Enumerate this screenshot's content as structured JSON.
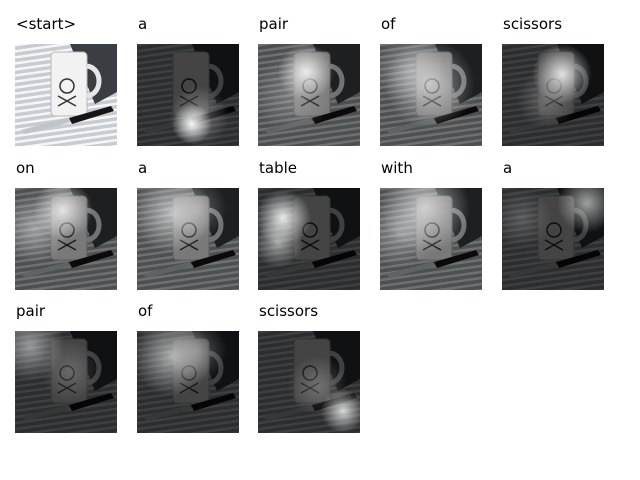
{
  "figure": {
    "background": "#ffffff",
    "tokens": [
      {
        "word": "<start>",
        "attention": "none",
        "mode": "original"
      },
      {
        "word": "a",
        "attention": "bottom-center",
        "mode": "dark"
      },
      {
        "word": "pair",
        "attention": "top-center",
        "mode": "dim"
      },
      {
        "word": "of",
        "attention": "broad-center",
        "mode": "dim"
      },
      {
        "word": "scissors",
        "attention": "mug-right",
        "mode": "dark"
      },
      {
        "word": "on",
        "attention": "top-left",
        "mode": "dim"
      },
      {
        "word": "a",
        "attention": "top-left-soft",
        "mode": "dim"
      },
      {
        "word": "table",
        "attention": "left-edge",
        "mode": "dark"
      },
      {
        "word": "with",
        "attention": "top-wide",
        "mode": "dim"
      },
      {
        "word": "a",
        "attention": "top-right",
        "mode": "dark"
      },
      {
        "word": "pair",
        "attention": "corner-soft",
        "mode": "dark"
      },
      {
        "word": "of",
        "attention": "top-left-soft",
        "mode": "dark"
      },
      {
        "word": "scissors",
        "attention": "bottom-right",
        "mode": "dark"
      }
    ]
  }
}
